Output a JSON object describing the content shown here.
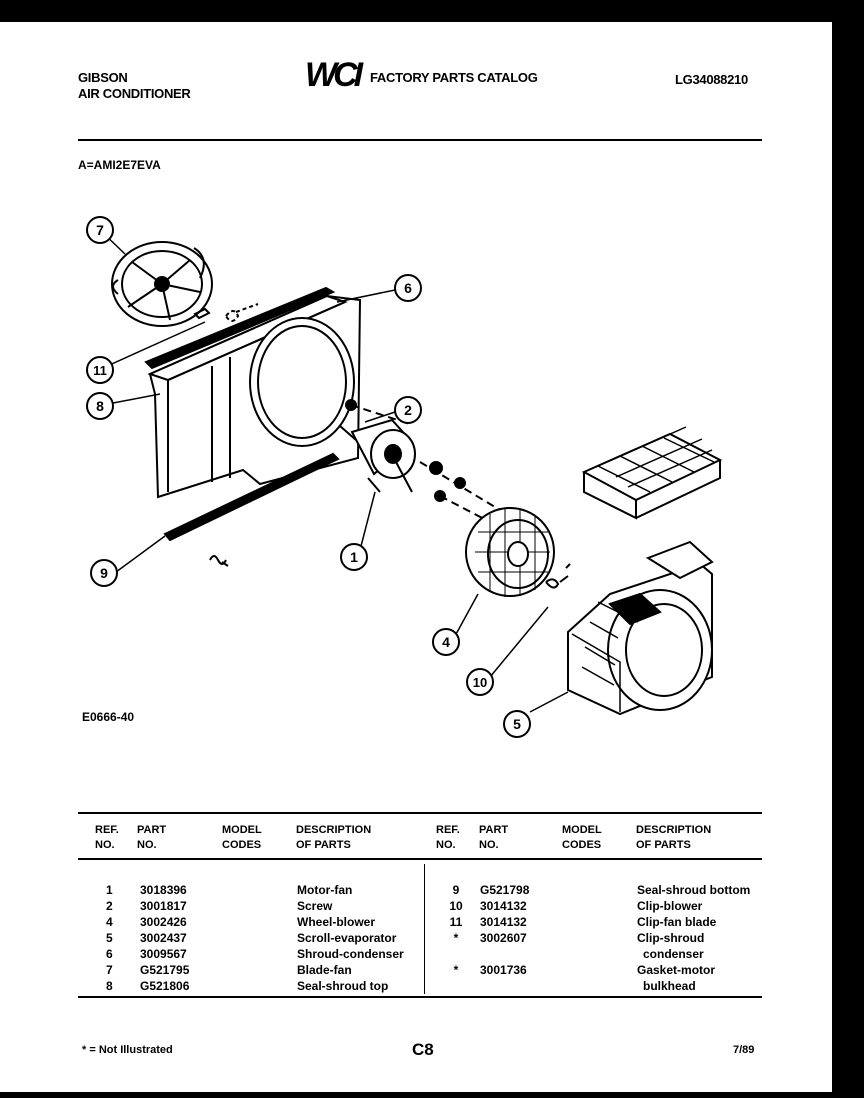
{
  "header": {
    "brand": "GIBSON",
    "product": "AIR CONDITIONER",
    "logo": "WCI",
    "catalog_title": "FACTORY PARTS CATALOG",
    "catalog_number": "LG34088210"
  },
  "model_number": "A=AMI2E7EVA",
  "figure_number": "E0666-40",
  "callouts": [
    "7",
    "6",
    "11",
    "8",
    "2",
    "1",
    "9",
    "4",
    "10",
    "5"
  ],
  "table": {
    "headers": {
      "ref_no": [
        "REF.",
        "NO."
      ],
      "part_no": [
        "PART",
        "NO."
      ],
      "model_codes": [
        "MODEL",
        "CODES"
      ],
      "description": [
        "DESCRIPTION",
        "OF PARTS"
      ]
    },
    "left_rows": [
      {
        "ref": "1",
        "part": "3018396",
        "desc": "Motor-fan"
      },
      {
        "ref": "2",
        "part": "3001817",
        "desc": "Screw"
      },
      {
        "ref": "4",
        "part": "3002426",
        "desc": "Wheel-blower"
      },
      {
        "ref": "5",
        "part": "3002437",
        "desc": "Scroll-evaporator"
      },
      {
        "ref": "6",
        "part": "3009567",
        "desc": "Shroud-condenser"
      },
      {
        "ref": "7",
        "part": "G521795",
        "desc": "Blade-fan"
      },
      {
        "ref": "8",
        "part": "G521806",
        "desc": "Seal-shroud top"
      }
    ],
    "right_rows": [
      {
        "ref": "9",
        "part": "G521798",
        "desc": "Seal-shroud bottom"
      },
      {
        "ref": "10",
        "part": "3014132",
        "desc": "Clip-blower"
      },
      {
        "ref": "11",
        "part": "3014132",
        "desc": "Clip-fan blade"
      },
      {
        "ref": "*",
        "part": "3002607",
        "desc": "Clip-shroud"
      },
      {
        "ref": "",
        "part": "",
        "desc": "condenser"
      },
      {
        "ref": "*",
        "part": "3001736",
        "desc": "Gasket-motor"
      },
      {
        "ref": "",
        "part": "",
        "desc": "bulkhead"
      }
    ]
  },
  "footer": {
    "note": "* = Not Illustrated",
    "page": "C8",
    "date": "7/89"
  }
}
